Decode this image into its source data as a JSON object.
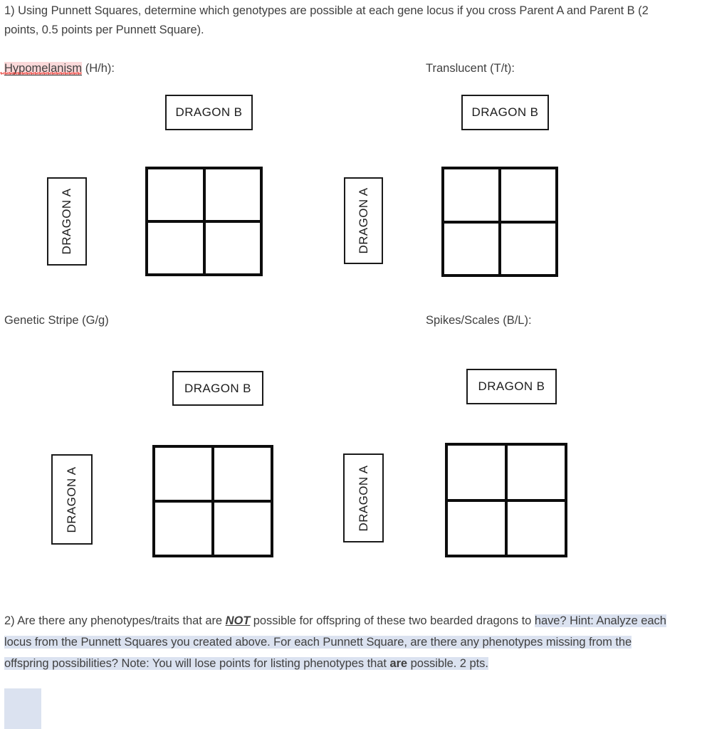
{
  "document": {
    "question1": {
      "text": "1) Using Punnett Squares, determine which genotypes are possible at each gene locus if you cross Parent A and Parent B (2 points, 0.5 points per Punnett Square)."
    },
    "loci": [
      {
        "id": "hypomelanism",
        "name": "Hypomelanism",
        "alleles": " (H/h):",
        "highlighted": true,
        "misspelled": true
      },
      {
        "id": "translucent",
        "name": "Translucent (T/t):",
        "alleles": "",
        "highlighted": false,
        "misspelled": false
      },
      {
        "id": "genetic-stripe",
        "name": "Genetic Stripe (G/g)",
        "alleles": "",
        "highlighted": false,
        "misspelled": false
      },
      {
        "id": "spikes-scales",
        "name": "Spikes/Scales (B/L):",
        "alleles": "",
        "highlighted": false,
        "misspelled": false
      }
    ],
    "punnett_squares": [
      {
        "id": "hypomelanism-square",
        "top_label": "DRAGON B",
        "side_label": "DRAGON A",
        "cells": [
          "",
          "",
          "",
          ""
        ]
      },
      {
        "id": "translucent-square",
        "top_label": "DRAGON B",
        "side_label": "DRAGON A",
        "cells": [
          "",
          "",
          "",
          ""
        ]
      },
      {
        "id": "genetic-stripe-square",
        "top_label": "DRAGON B",
        "side_label": "DRAGON A",
        "cells": [
          "",
          "",
          "",
          ""
        ]
      },
      {
        "id": "spikes-scales-square",
        "top_label": "DRAGON B",
        "side_label": "DRAGON A",
        "cells": [
          "",
          "",
          "",
          ""
        ]
      }
    ],
    "question2": {
      "lead": "2) Are there any phenotypes/traits that are ",
      "not_word": "NOT",
      "after_not": " possible for offspring of these two bearded dragons to ",
      "selected_1": "have?  Hint: Analyze each locus from the Punnett Squares you created above. For each Punnett Square, are there any phenotypes missing from the offspring possibilities? Note: You will lose points for listing phenotypes that ",
      "bold_are": "are",
      "selected_2": " possible. 2 pts."
    },
    "colors": {
      "page_background": "#ffffff",
      "body_text": "#404040",
      "grid_line": "#0d0d0d",
      "spellcheck_underline": "#e8342b",
      "spellcheck_highlight": "#fbd9da",
      "selection_highlight": "#dbe2f0"
    }
  }
}
